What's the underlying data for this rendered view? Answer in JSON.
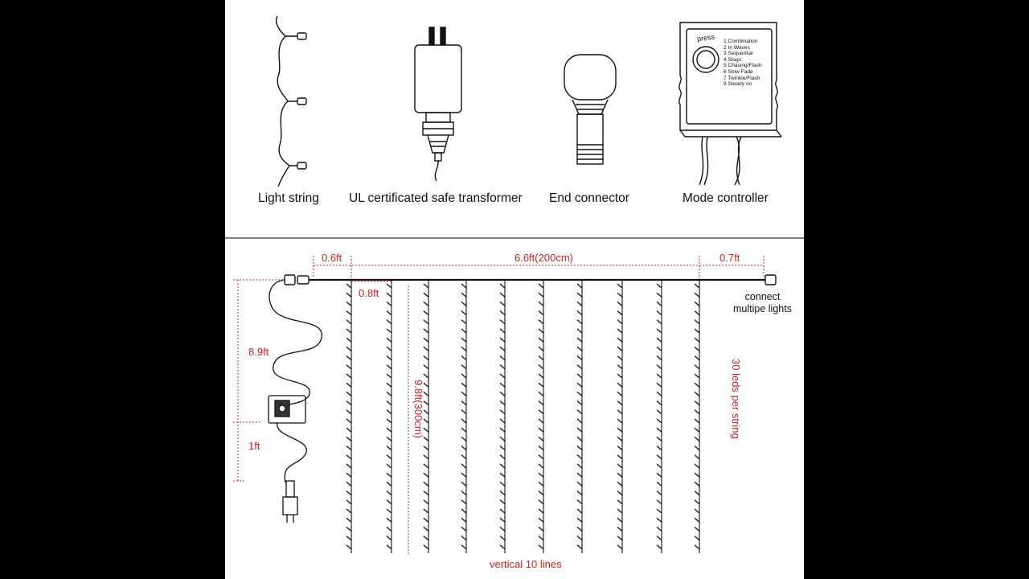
{
  "captions": {
    "light_string": "Light string",
    "transformer": "UL certificated safe transformer",
    "end_connector": "End connector",
    "mode_controller": "Mode controller"
  },
  "controller": {
    "press_label": "press",
    "modes": [
      "1 Combination",
      "2 In Waves",
      "3 Sequential",
      "4 Slogs",
      "5 Chasing/Flash",
      "6 Slow Fade",
      "7 Twinkle/Flash",
      "8 Steady on"
    ]
  },
  "dimensions": {
    "left_lead": "0.6ft",
    "width": "6.6ft(200cm)",
    "right_lead": "0.7ft",
    "spacing": "0.8ft",
    "upper_cable": "8.9ft",
    "lower_cable": "1ft",
    "height": "9.8ft(300cm)",
    "leds_per_string": "30 leds per string",
    "lines": "vertical 10 lines"
  },
  "connect_note": [
    "connect",
    "multipe lights"
  ],
  "colors": {
    "dimension_red": "#cc2222",
    "line": "#111111"
  }
}
